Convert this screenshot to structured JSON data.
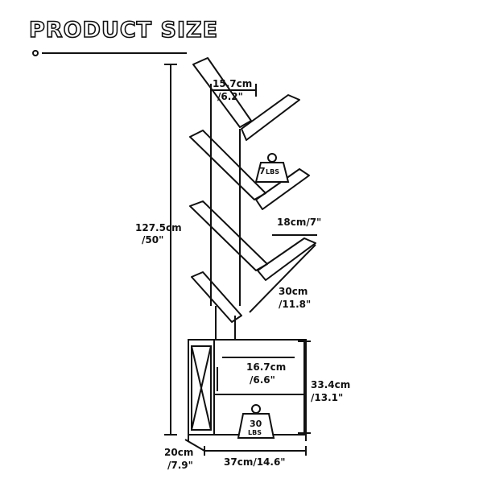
{
  "title": "PRODUCT SIZE",
  "dimensions": {
    "height_total": {
      "cm": "127.5cm",
      "in": "/50\""
    },
    "top_width": {
      "cm": "15.7cm",
      "in": "/6.2\""
    },
    "shelf_depth": {
      "cm": "18cm/7\""
    },
    "shelf_length": {
      "cm": "30cm",
      "in": "/11.8\""
    },
    "inner_height": {
      "cm": "16.7cm",
      "in": "/6.6\""
    },
    "cabinet_height": {
      "cm": "33.4cm",
      "in": "/13.1\""
    },
    "cabinet_depth": {
      "cm": "20cm",
      "in": "/7.9\""
    },
    "cabinet_width": {
      "cm": "37cm/14.6\""
    }
  },
  "weights": {
    "shelf_load": {
      "value": "7",
      "unit": "LBS"
    },
    "cabinet_load": {
      "value": "30",
      "unit": "LBS"
    }
  }
}
